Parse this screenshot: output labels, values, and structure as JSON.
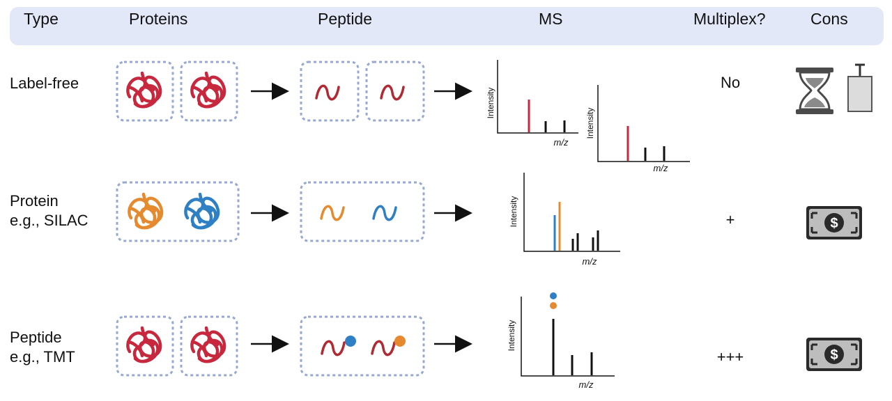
{
  "header": {
    "type": "Type",
    "proteins": "Proteins",
    "peptide": "Peptide",
    "ms": "MS",
    "multiplex": "Multiplex?",
    "cons": "Cons"
  },
  "rows": [
    {
      "label_line1": "Label-free",
      "label_line2": "",
      "multiplex": "No"
    },
    {
      "label_line1": "Protein",
      "label_line2": "e.g., SILAC",
      "multiplex": "+"
    },
    {
      "label_line1": "Peptide",
      "label_line2": "e.g., TMT",
      "multiplex": "+++"
    }
  ],
  "axis": {
    "y_label": "Intensity",
    "x_label": "m/z"
  },
  "colors": {
    "red": "#c8283e",
    "orange": "#e58a2e",
    "blue": "#2f7fc4",
    "box_border": "#97a9cf",
    "header_bg": "#e3e8f8"
  },
  "icons": {
    "row1_cons": [
      "hourglass-icon",
      "syringe-icon"
    ],
    "row2_cons": [
      "dollar-bill-icon"
    ],
    "row3_cons": [
      "dollar-bill-icon"
    ]
  }
}
